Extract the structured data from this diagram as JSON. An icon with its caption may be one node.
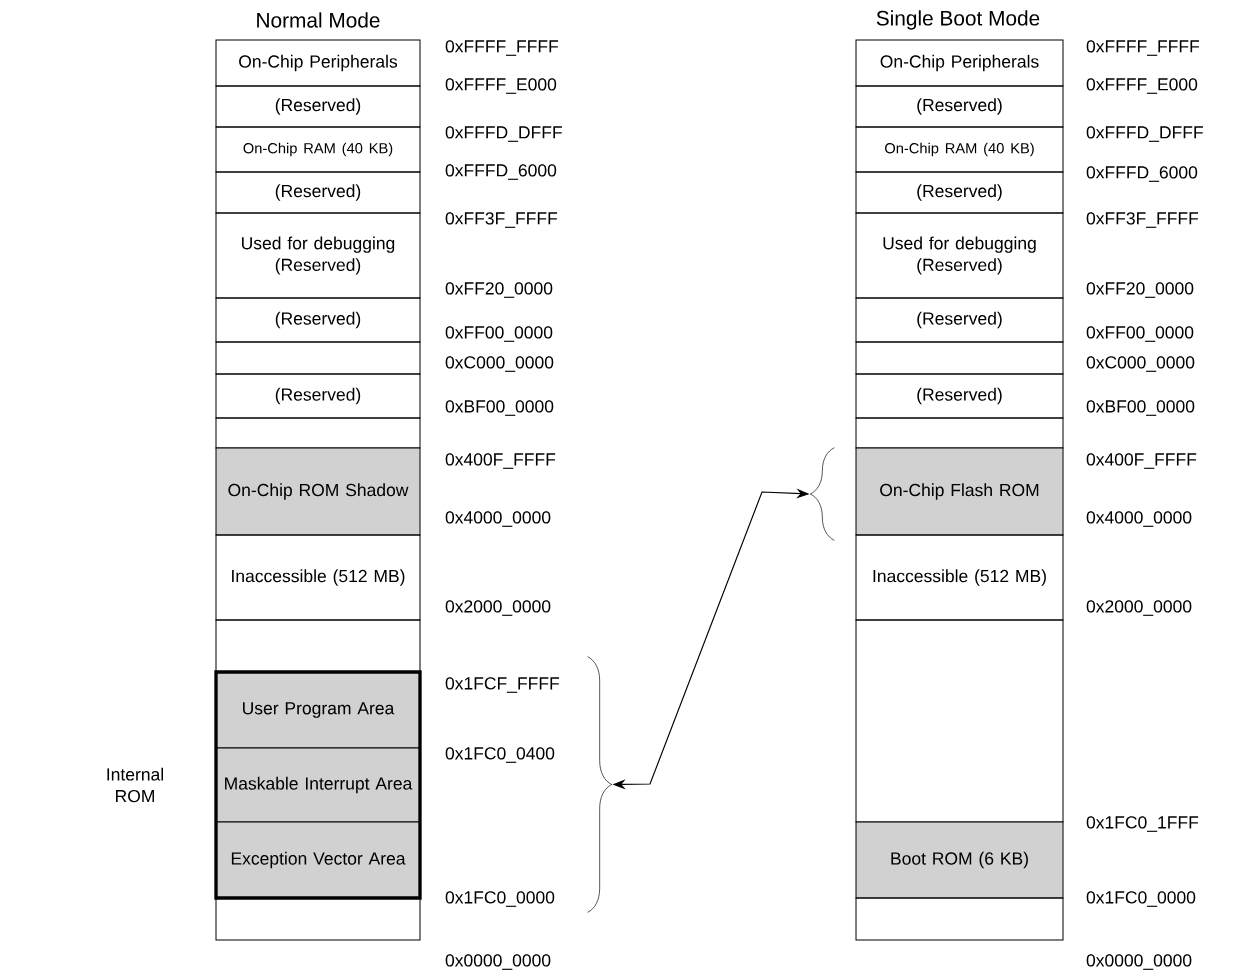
{
  "diagram": {
    "nodes": [
      {
        "text": [
          "On-Chip Peripherals"
        ]
      },
      {
        "text": [
          "(Reserved)"
        ]
      },
      {
        "text": [
          "On-Chip RAM (40 KB)"
        ]
      },
      {
        "text": [
          "(Reserved)"
        ]
      },
      {
        "text": [
          "Used for debugging (Reserved)"
        ]
      },
      {
        "text": [
          "(Reserved)"
        ]
      },
      {
        "text": [],
        "shape": "box"
      },
      {
        "text": [
          "(Reserved)"
        ]
      },
      {
        "text": [],
        "shape": "box"
      },
      {
        "text": [
          "On-Chip ROM Shadow"
        ]
      },
      {
        "text": [
          "Inaccessible (512 MB)"
        ]
      },
      {
        "text": [],
        "shape": "box"
      },
      {
        "text": [
          "User Program Area"
        ]
      },
      {
        "text": [
          "Maskable Interrupt Area"
        ]
      },
      {
        "text": [
          "Exception Vector Area"
        ]
      },
      {
        "text": [],
        "shape": "box"
      },
      {
        "text": [
          "On-Chip Peripherals"
        ]
      },
      {
        "text": [
          "(Reserved)"
        ]
      },
      {
        "text": [
          "On-Chip RAM (40 KB)"
        ]
      },
      {
        "text": [
          "(Reserved)"
        ]
      },
      {
        "text": [
          "Used for debugging (Reserved)"
        ]
      },
      {
        "text": [
          "(Reserved)"
        ]
      },
      {
        "text": [],
        "shape": "box"
      },
      {
        "text": [
          "(Reserved)"
        ]
      },
      {
        "text": [],
        "shape": "box"
      },
      {
        "text": [
          "On-Chip Flash ROM"
        ]
      },
      {
        "text": [
          "Inaccessible (512 MB)"
        ]
      },
      {
        "text": [],
        "shape": "box"
      },
      {
        "text": [
          "Boot ROM (6 KB)"
        ]
      },
      {
        "text": [],
        "shape": "box"
      },
      {
        "text": [],
        "shape": "brace"
      },
      {
        "text": [],
        "shape": "brace"
      }
    ],
    "edges": [
      {
        "from": 30,
        "to": 31,
        "arrow": "both"
      }
    ],
    "labels": [
      "Normal Mode",
      "Single Boot Mode",
      "0xFFFF_FFFF",
      "0xFFFF_E000",
      "0xFFFD_DFFF",
      "0xFFFD_6000",
      "0xFF3F_FFFF",
      "0xFF20_0000",
      "0xFF00_0000",
      "0xC000_0000",
      "0xBF00_0000",
      "0x400F_FFFF",
      "0x4000_0000",
      "0x2000_0000",
      "0x1FCF_FFFF",
      "0x1FC0_0400",
      "0x1FC0_0000",
      "0x0000_0000",
      "0xFFFF_FFFF",
      "0xFFFF_E000",
      "0xFFFD_DFFF",
      "0xFFFD_6000",
      "0xFF3F_FFFF",
      "0xFF20_0000",
      "0xFF00_0000",
      "0xC000_0000",
      "0xBF00_0000",
      "0x400F_FFFF",
      "0x4000_0000",
      "0x2000_0000",
      "0x1FC0_1FFF",
      "0x1FC0_0000",
      "0x0000_0000",
      "Internal ROM"
    ]
  }
}
